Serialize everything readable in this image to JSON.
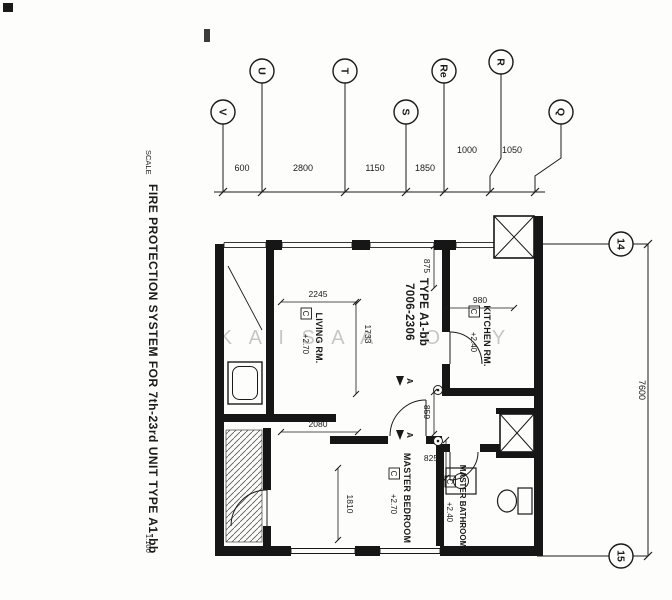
{
  "sidebar": {
    "scale_label": "SCALE",
    "title": "FIRE PROTECTION SYSTEM FOR 7th-23rd UNIT TYPE A1-bb",
    "scale_value": "1:100"
  },
  "grid": {
    "top_markers": [
      {
        "label": "V"
      },
      {
        "label": "U"
      },
      {
        "label": "T"
      },
      {
        "label": "S"
      },
      {
        "label": "Re"
      },
      {
        "label": "R"
      },
      {
        "label": "Q"
      }
    ],
    "right_markers": [
      {
        "label": "14"
      },
      {
        "label": "15"
      }
    ]
  },
  "dimensions": {
    "top": [
      {
        "value": "600"
      },
      {
        "value": "2800"
      },
      {
        "value": "1150"
      },
      {
        "value": "1850"
      },
      {
        "value": "1000"
      },
      {
        "value": "1050"
      }
    ],
    "right": {
      "value": "7600"
    },
    "interior": {
      "living_width": "2245",
      "living_depth": "1733",
      "kitchen_entry": "875",
      "kitchen_width": "980",
      "foyer_depth": "859",
      "hall_depth": "825",
      "bedroom_width": "2080",
      "bedroom_depth": "1810"
    }
  },
  "plan": {
    "unit_type": "TYPE A1-bb",
    "unit_number": "7006-2306",
    "rooms": [
      {
        "name": "LIVING RM.",
        "tag": "C",
        "level": "+2.70"
      },
      {
        "name": "KITCHEN RM.",
        "tag": "C",
        "level": "+2.40"
      },
      {
        "name": "MASTER BEDROOM",
        "tag": "C",
        "level": "+2.70"
      },
      {
        "name": "MASTER BATHROOM",
        "tag": "C",
        "level": "+2.40"
      }
    ],
    "door_tags": [
      {
        "label": "A"
      },
      {
        "label": "A"
      }
    ]
  },
  "watermark": "K A I S A A    O    Y"
}
